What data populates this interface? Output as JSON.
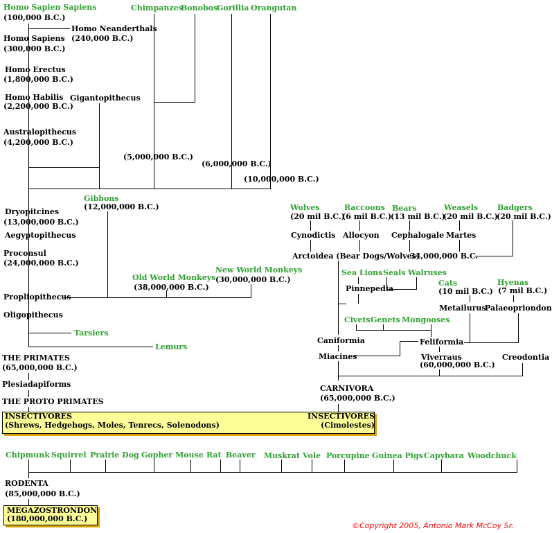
{
  "primates": {
    "homo_sapien_sapiens": "Homo Sapien Sapiens",
    "homo_sapien_sapiens_date": "(100,000 B.C.)",
    "homo_neanderthals": "Homo Neanderthals",
    "homo_neanderthals_date": "(240,000 B.C.)",
    "homo_sapiens": "Homo Sapiens",
    "homo_sapiens_date": "(300,000 B.C.)",
    "homo_erectus": "Homo Erectus",
    "homo_erectus_date": "(1,800,000 B.C.)",
    "homo_habilis": "Homo Habilis",
    "homo_habilis_date": "(2,200,000 B.C.)",
    "gigantopithecus": "Gigantopithecus",
    "australopithecus": "Australopithecus",
    "australopithecus_date": "(4,200,000 B.C.)",
    "chimpanzees": "Chimpanzes",
    "bonobos": "Bonobos",
    "gorillia": "Gorillia",
    "orangutan": "Orangutan",
    "split_5m": "(5,000,000 B.C.)",
    "split_6m": "(6,000,000 B.C.)",
    "split_10m": "(10,000,000 B.C.)",
    "gibbons": "Gibbons",
    "gibbons_date": "(12,000,000 B.C.)",
    "dryopitcines": "Dryopitcines",
    "dryopitcines_date": "(13,000,000 B.C.)",
    "aegyptopithecus": "Aegyptopithecus",
    "proconsul": "Proconsul",
    "proconsul_date": "(24,000,000 B.C.)",
    "old_world_monkeys": "Old World Monkeys",
    "old_world_monkeys_date": "(38,000,000 B.C.)",
    "new_world_monkeys": "New World Monkeys",
    "new_world_monkeys_date": "(30,000,000 B.C.)",
    "propliopithecus": "Propliopithecus",
    "oligopithecus": "Oligopithecus",
    "tarsiers": "Tarsiers",
    "lemurs": "Lemurs",
    "the_primates": "THE PRIMATES",
    "the_primates_date": "(65,000,000 B.C.)",
    "plesiadapiforms": "Plesiadapiforms",
    "the_proto_primates": "THE PROTO PRIMATES"
  },
  "carnivores": {
    "wolves": "Wolves",
    "wolves_date": "(20 mil B.C.)",
    "raccoons": "Raccoons",
    "raccoons_date": "(6 mil B.C.)",
    "bears": "Bears",
    "bears_date": "(13 mil B.C.)",
    "weasels": "Weasels",
    "weasels_date": "(20 mil B.C.)",
    "badgers": "Badgers",
    "badgers_date": "(20 mil B.C.)",
    "cynodictis": "Cynodictis",
    "allocyon": "Allocyon",
    "cephalogale": "Cephalogale",
    "martes": "Martes",
    "arctoidea": "Arctoidea (Bear Dogs/Wolves)",
    "arctoidea_date": "34,000,000 B.C.",
    "sea_lions": "Sea Lions",
    "seals": "Seals",
    "walruses": "Walruses",
    "pinnepedia": "Pinnepedia",
    "cats": "Cats",
    "cats_date": "(10 mil B.C.)",
    "hyenas": "Hyenas",
    "hyenas_date": "(7 mil B.C.)",
    "metailurus": "Metailurus",
    "palaeopriondon": "Palaeopriondon",
    "civets": "Civets",
    "genets": "Genets",
    "mongooses": "Mongooses",
    "caniformia": "Caniformia",
    "feliformia": "Feliformia",
    "miacines": "Miacines",
    "viverraus": "Viverraus",
    "viverraus_date": "(60,000,000 B.C.)",
    "creodontia": "Creodontia",
    "carnivora": "CARNIVORA",
    "carnivora_date": "(65,000,000 B.C.)"
  },
  "insectivores": {
    "left_title": "INSECTIVORES",
    "left_sub": "(Shrews, Hedgehogs, Moles, Tenrecs, Solenodons)",
    "right_title": "INSECTIVORES",
    "right_sub": "(Cimolestes)"
  },
  "rodents": {
    "chipmunk": "Chipmunk",
    "squirrel": "Squirrel",
    "prairie_dog": "Prairie Dog",
    "gopher": "Gopher",
    "mouse": "Mouse",
    "rat": "Rat",
    "beaver": "Beaver",
    "muskrat": "Muskrat",
    "vole": "Vole",
    "porcupine": "Porcupine",
    "guinea_pigs": "Guinea Pigs",
    "capybara": "Capybara",
    "woodchuck": "Woodchuck",
    "rodenta": "RODENTA",
    "rodenta_date": "(85,000,000 B.C.)",
    "megazostrondon": "MEGAZOSTRONDON",
    "megazostrondon_date": "(180,000,000 B.C.)"
  },
  "copyright": "©Copyright 2005, Antonio Mark McCoy Sr.",
  "colors": {
    "label_text": "#000000",
    "extant_species": "#2fa02f",
    "box_fill": "#ffff99",
    "box_shadow": "#d9a400",
    "copyright": "#ff0000"
  }
}
